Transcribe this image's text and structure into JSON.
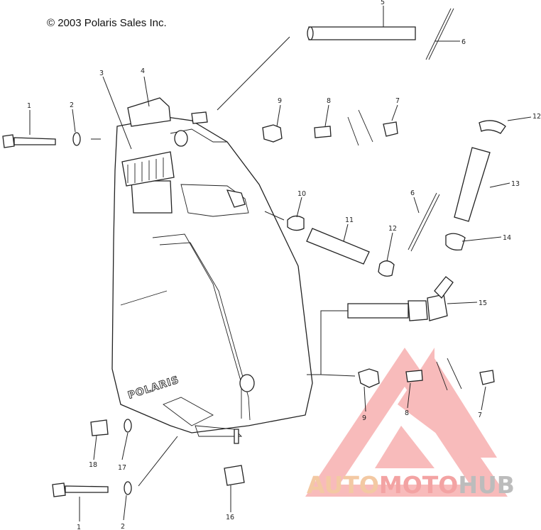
{
  "copyright": "© 2003 Polaris Sales Inc.",
  "tank_brand": "POLARIS",
  "watermark": {
    "part1": "AUTO",
    "part2": "MOTO",
    "part3": "HUB"
  },
  "callouts": {
    "c1": "1",
    "c1b": "1",
    "c2": "2",
    "c2b": "2",
    "c3": "3",
    "c4": "4",
    "c5": "5",
    "c6": "6",
    "c6b": "6",
    "c7": "7",
    "c7b": "7",
    "c8": "8",
    "c8b": "8",
    "c9": "9",
    "c9b": "9",
    "c10": "10",
    "c11": "11",
    "c12": "12",
    "c12b": "12",
    "c13": "13",
    "c14": "14",
    "c15": "15",
    "c16": "16",
    "c17": "17",
    "c18": "18"
  },
  "colors": {
    "watermark_red": "#f08a8a",
    "watermark_orange": "#f3c9a3",
    "watermark_gray": "#bcbcbc"
  }
}
